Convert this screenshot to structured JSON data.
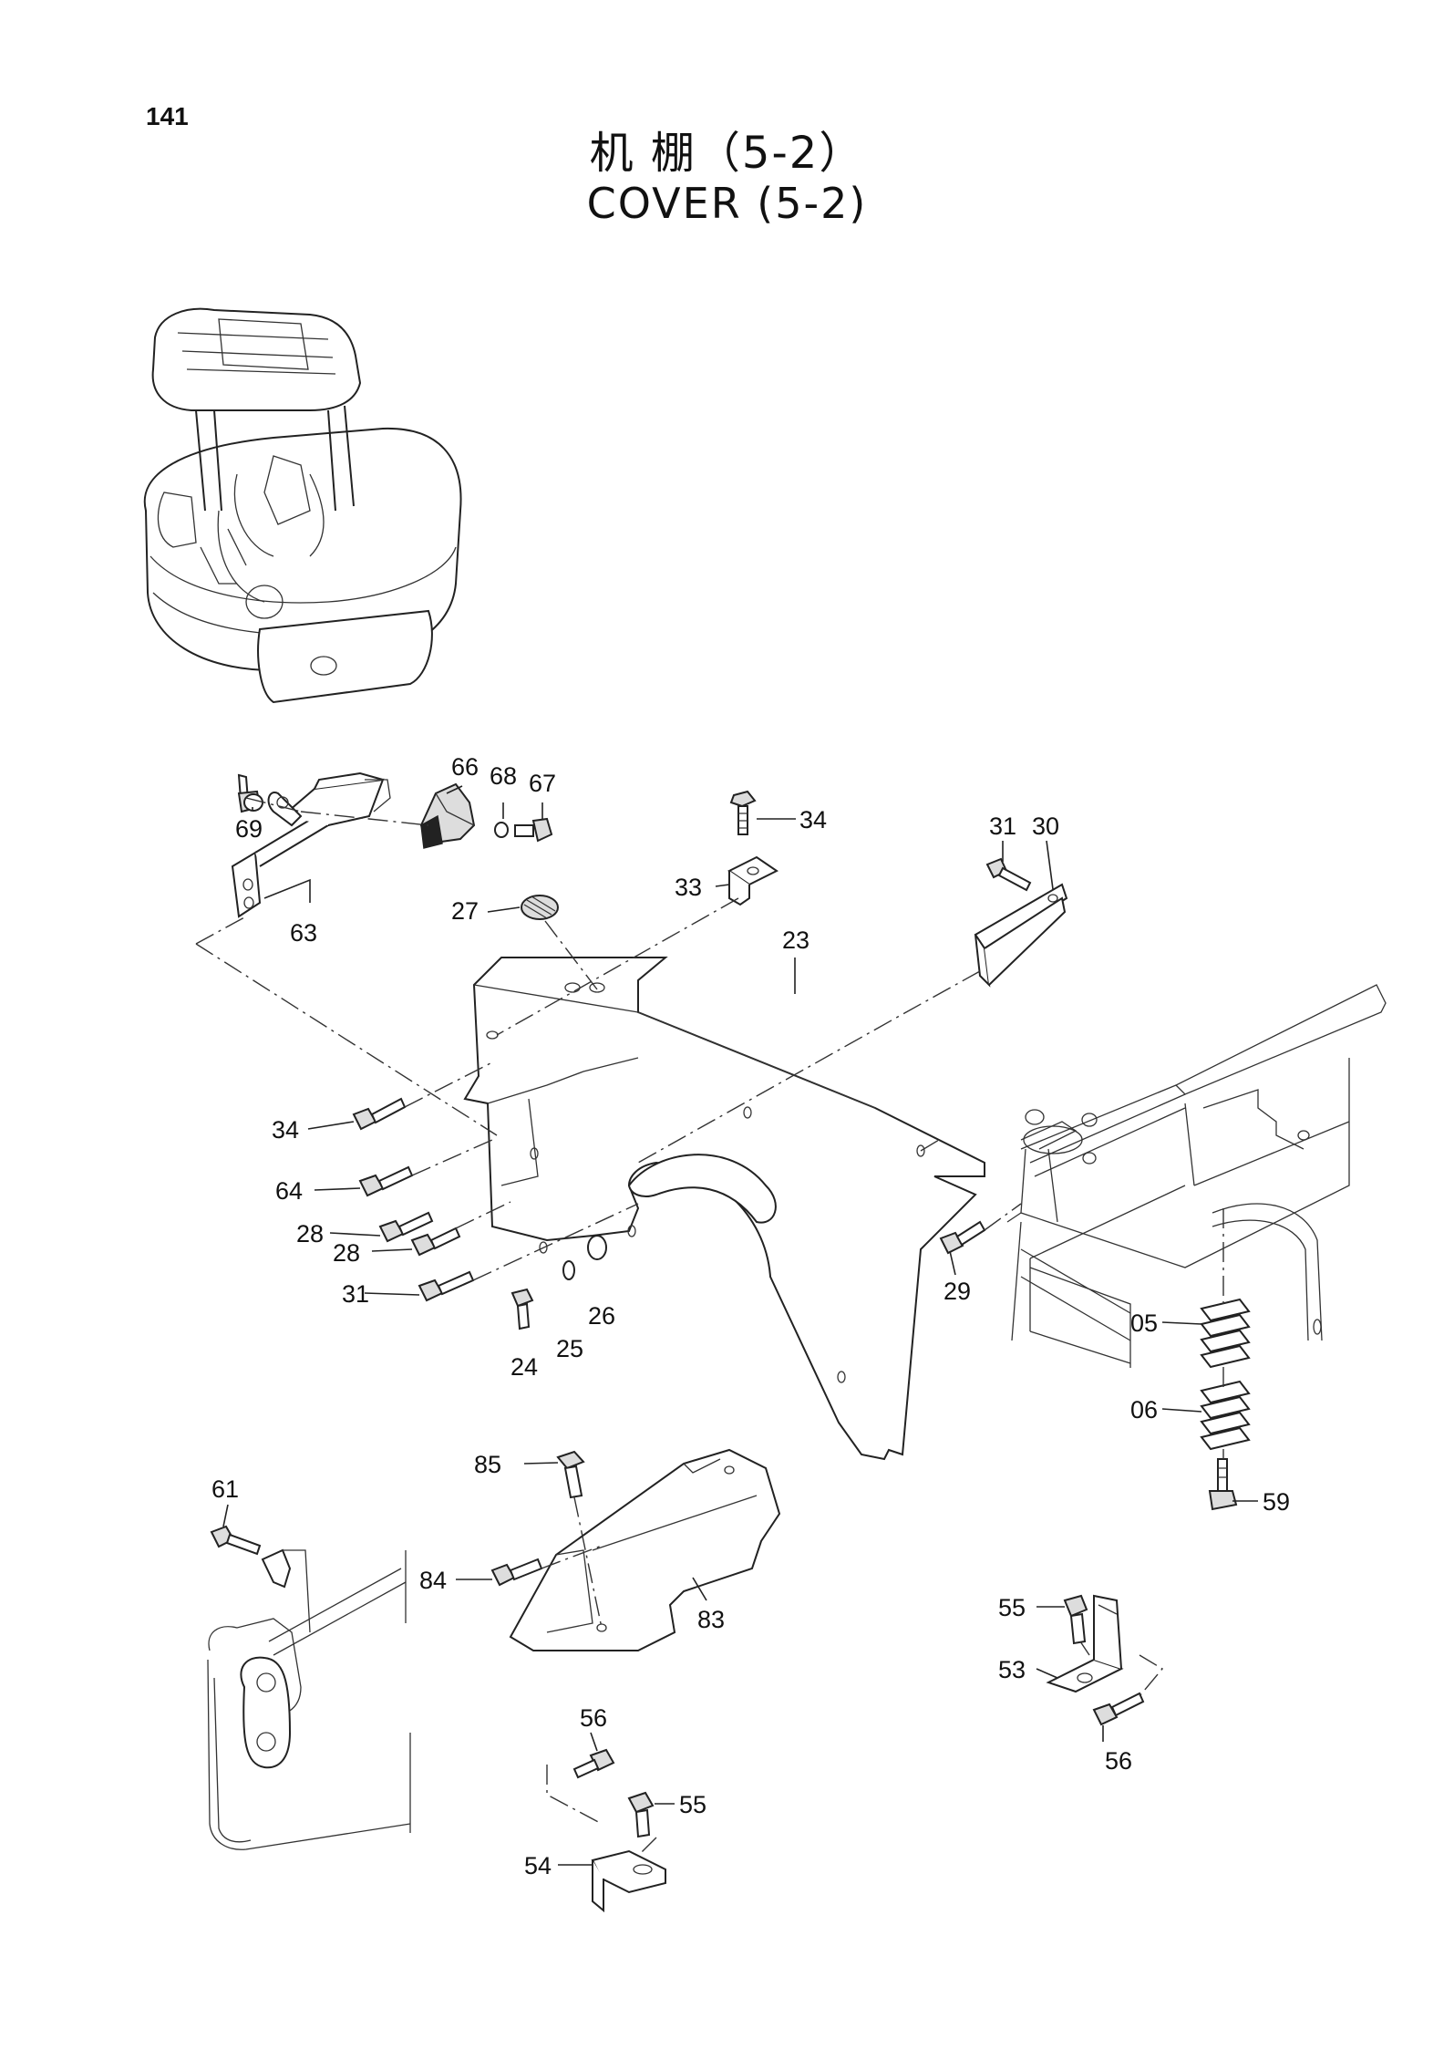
{
  "page_number": "141",
  "title_zh": "机 棚（5-2）",
  "title_en": "COVER  (5-2)",
  "callouts": [
    "69",
    "66",
    "68",
    "67",
    "63",
    "27",
    "34",
    "33",
    "23",
    "31",
    "30",
    "34",
    "64",
    "28",
    "28",
    "31",
    "24",
    "25",
    "26",
    "29",
    "05",
    "06",
    "59",
    "85",
    "61",
    "84",
    "83",
    "55",
    "53",
    "56",
    "56",
    "55",
    "54"
  ]
}
